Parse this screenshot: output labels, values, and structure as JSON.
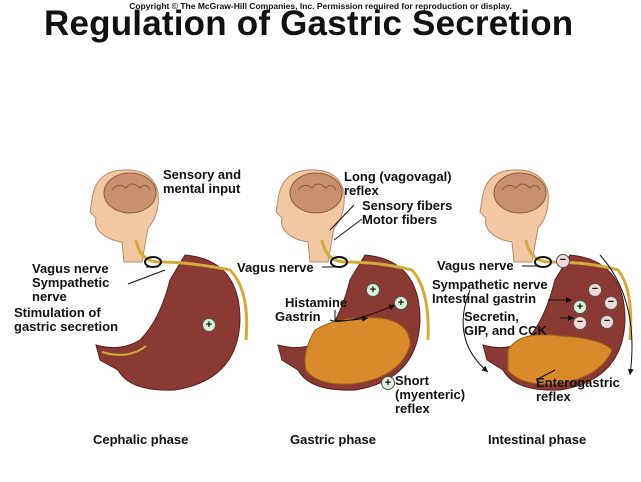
{
  "header": {
    "copyright": "Copyright © The McGraw-Hill Companies, Inc. Permission required for reproduction or display.",
    "title": "Regulation of Gastric Secretion"
  },
  "cephalic": {
    "sensory_input": [
      "Sensory and",
      "mental input"
    ],
    "vagus": "Vagus nerve",
    "sympathetic": [
      "Sympathetic",
      "nerve"
    ],
    "stimulation": [
      "Stimulation of",
      "gastric secretion"
    ],
    "phase": "Cephalic phase"
  },
  "gastric": {
    "long_reflex": [
      "Long (vagovagal)",
      "reflex"
    ],
    "sensory_fibers": "Sensory fibers",
    "motor_fibers": "Motor fibers",
    "vagus": "Vagus nerve",
    "histamine": "Histamine",
    "gastrin": "Gastrin",
    "short_reflex": [
      "Short",
      "(myenteric)",
      "reflex"
    ],
    "phase": "Gastric phase"
  },
  "intestinal": {
    "vagus": "Vagus nerve",
    "sympathetic": "Sympathetic nerve",
    "intestinal_gastrin": "Intestinal gastrin",
    "secretin": [
      "Secretin,",
      "GIP, and CCK"
    ],
    "enterogastric": [
      "Enterogastric",
      "reflex"
    ],
    "phase": "Intestinal phase"
  },
  "symbols": {
    "plus": "+",
    "minus": "−"
  },
  "colors": {
    "stomach": "#8a3a33",
    "chyme": "#d98a2a",
    "nerve": "#d4aa3c",
    "skin": "#f2c8a4",
    "brain": "#c99070"
  }
}
